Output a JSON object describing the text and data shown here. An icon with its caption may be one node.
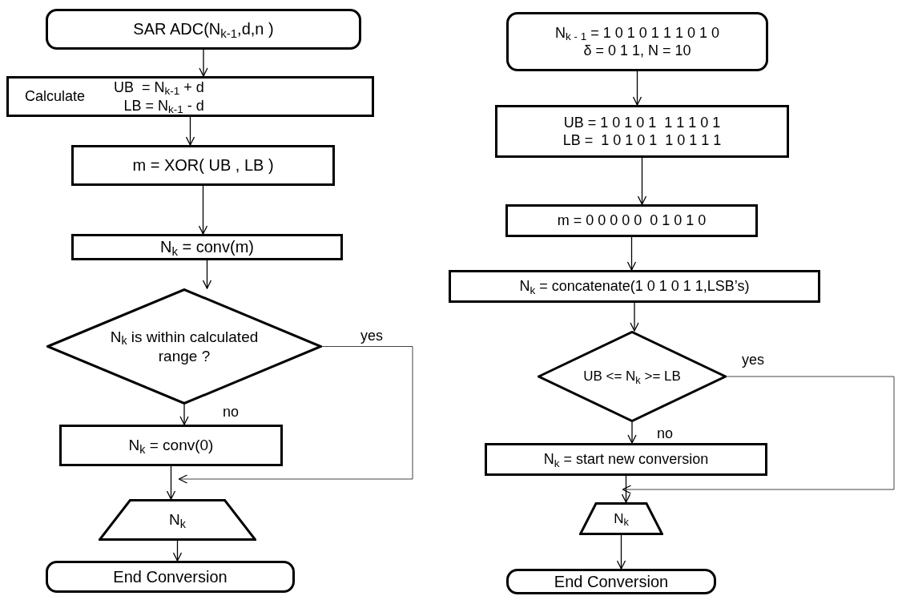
{
  "diagram": {
    "nodes": [
      {
        "text": [
          "SAR ADC(N$_{k-1}$,d,n )"
        ]
      },
      {
        "text": [
          "Calculate",
          "UB  = N$_{k-1}$ + d",
          "LB = N$_{k-1}$ - d"
        ]
      },
      {
        "text": [
          "m = XOR( UB , LB )"
        ]
      },
      {
        "text": [
          "N$_{k}$ = conv(m)"
        ]
      },
      {
        "text": [
          "N$_{k}$ is within calculated range ?"
        ]
      },
      {
        "text": [
          "N$_{k}$ = conv(0)"
        ]
      },
      {
        "text": [
          "N$_{k}$"
        ]
      },
      {
        "text": [
          "End Conversion"
        ]
      },
      {
        "text": [
          "N$_{k - 1}$ = 1 0 1 0 1 1 1 0 1 0",
          "δ = 0 1 1, N = 10"
        ]
      },
      {
        "text": [
          "UB = 1 0 1 0 1  1 1 1 0 1",
          "LB =  1 0 1 0 1  1 0 1 1 1"
        ]
      },
      {
        "text": [
          "m = 0 0 0 0 0  0 1 0 1 0"
        ]
      },
      {
        "text": [
          "N$_{k}$ = concatenate(1 0 1 0 1 1,LSB’s)"
        ]
      },
      {
        "text": [
          "UB <= N$_{k}$ >= LB"
        ]
      },
      {
        "text": [
          "N$_{k}$ = start new conversion"
        ]
      },
      {
        "text": [
          "N$_{k}$"
        ]
      },
      {
        "text": [
          "End Conversion"
        ]
      }
    ],
    "edges": [
      {
        "from": 0,
        "to": 1,
        "arrow": "to"
      },
      {
        "from": 1,
        "to": 2,
        "arrow": "to"
      },
      {
        "from": 2,
        "to": 3,
        "arrow": "to"
      },
      {
        "from": 3,
        "to": 4,
        "arrow": "to"
      },
      {
        "from": 4,
        "to": 5,
        "arrow": "to",
        "label": "no"
      },
      {
        "from": 5,
        "to": 6,
        "arrow": "to"
      },
      {
        "from": 4,
        "to": 6,
        "arrow": "to",
        "label": "yes"
      },
      {
        "from": 6,
        "to": 7,
        "arrow": "to"
      },
      {
        "from": 8,
        "to": 9,
        "arrow": "to"
      },
      {
        "from": 9,
        "to": 10,
        "arrow": "to"
      },
      {
        "from": 10,
        "to": 11,
        "arrow": "to"
      },
      {
        "from": 11,
        "to": 12,
        "arrow": "to"
      },
      {
        "from": 12,
        "to": 13,
        "arrow": "to",
        "label": "no"
      },
      {
        "from": 13,
        "to": 14,
        "arrow": "to"
      },
      {
        "from": 12,
        "to": 14,
        "arrow": "to",
        "label": "yes"
      },
      {
        "from": 14,
        "to": 15,
        "arrow": "to"
      }
    ]
  }
}
